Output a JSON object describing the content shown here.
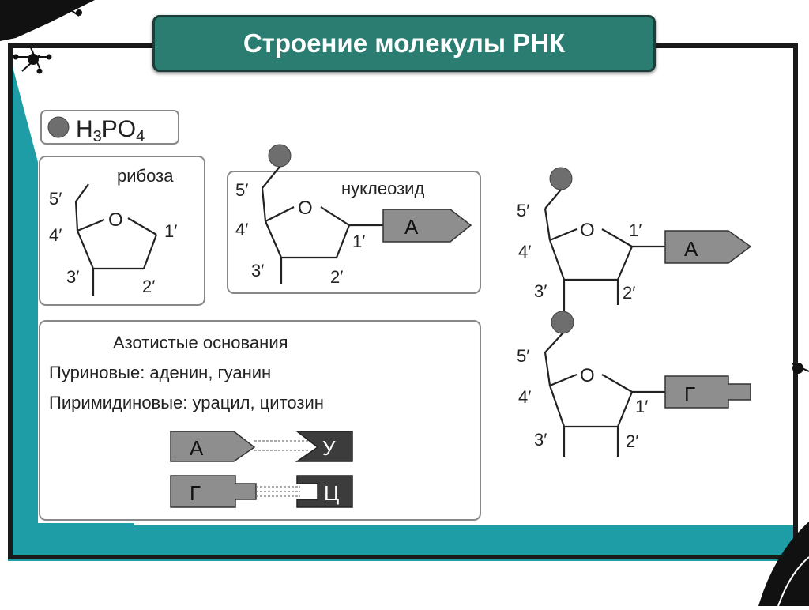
{
  "slide": {
    "title": "Строение молекулы РНК",
    "accent_color": "#1f9da6",
    "frame_color": "#1a1a1a"
  },
  "diagram": {
    "phosphate_label": "H",
    "phosphate_sub1": "3",
    "phosphate_mid": "PO",
    "phosphate_sub2": "4",
    "ribose_label": "рибоза",
    "nucleoside_label": "нуклеозид",
    "ring_oxygen": "O",
    "carbon_1": "1′",
    "carbon_2": "2′",
    "carbon_3": "3′",
    "carbon_4": "4′",
    "carbon_5": "5′",
    "base_a": "А",
    "base_g": "Г",
    "base_u": "У",
    "base_c": "Ц",
    "bases_title": "Азотистые основания",
    "purines": "Пуриновые: аденин, гуанин",
    "pyrimidines": "Пиримидиновые: урацил, цитозин"
  }
}
